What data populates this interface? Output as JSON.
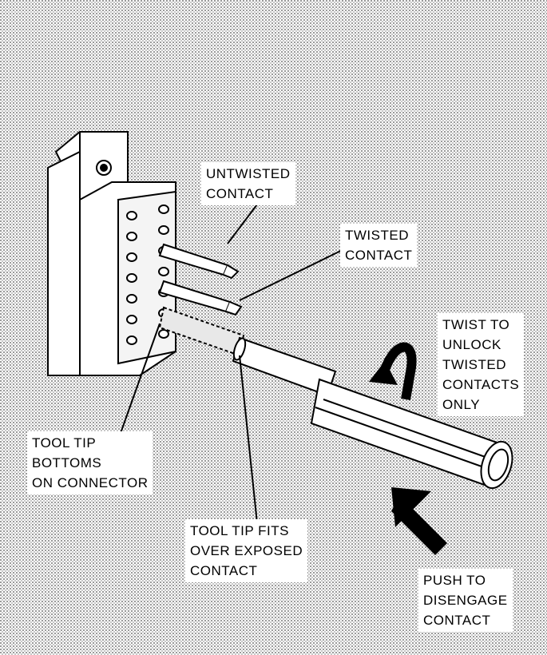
{
  "colors": {
    "ink": "#000000",
    "paper": "#ffffff",
    "halftone": "#bdbdbd"
  },
  "callouts": {
    "untwisted_contact": [
      "UNTWISTED",
      "CONTACT"
    ],
    "twisted_contact": [
      "TWISTED",
      "CONTACT"
    ],
    "twist_to_unlock": [
      "TWIST TO",
      "UNLOCK",
      "TWISTED",
      "CONTACTS",
      "ONLY"
    ],
    "tool_tip_bottoms": [
      "TOOL TIP",
      "BOTTOMS",
      "ON CONNECTOR"
    ],
    "tool_tip_fits": [
      "TOOL TIP FITS",
      "OVER EXPOSED",
      "CONTACT"
    ],
    "push_to_disengage": [
      "PUSH TO",
      "DISENGAGE",
      "CONTACT"
    ]
  },
  "icons": {
    "twist_arrow": "curved-arrow-icon",
    "push_arrow": "push-arrow-icon"
  }
}
